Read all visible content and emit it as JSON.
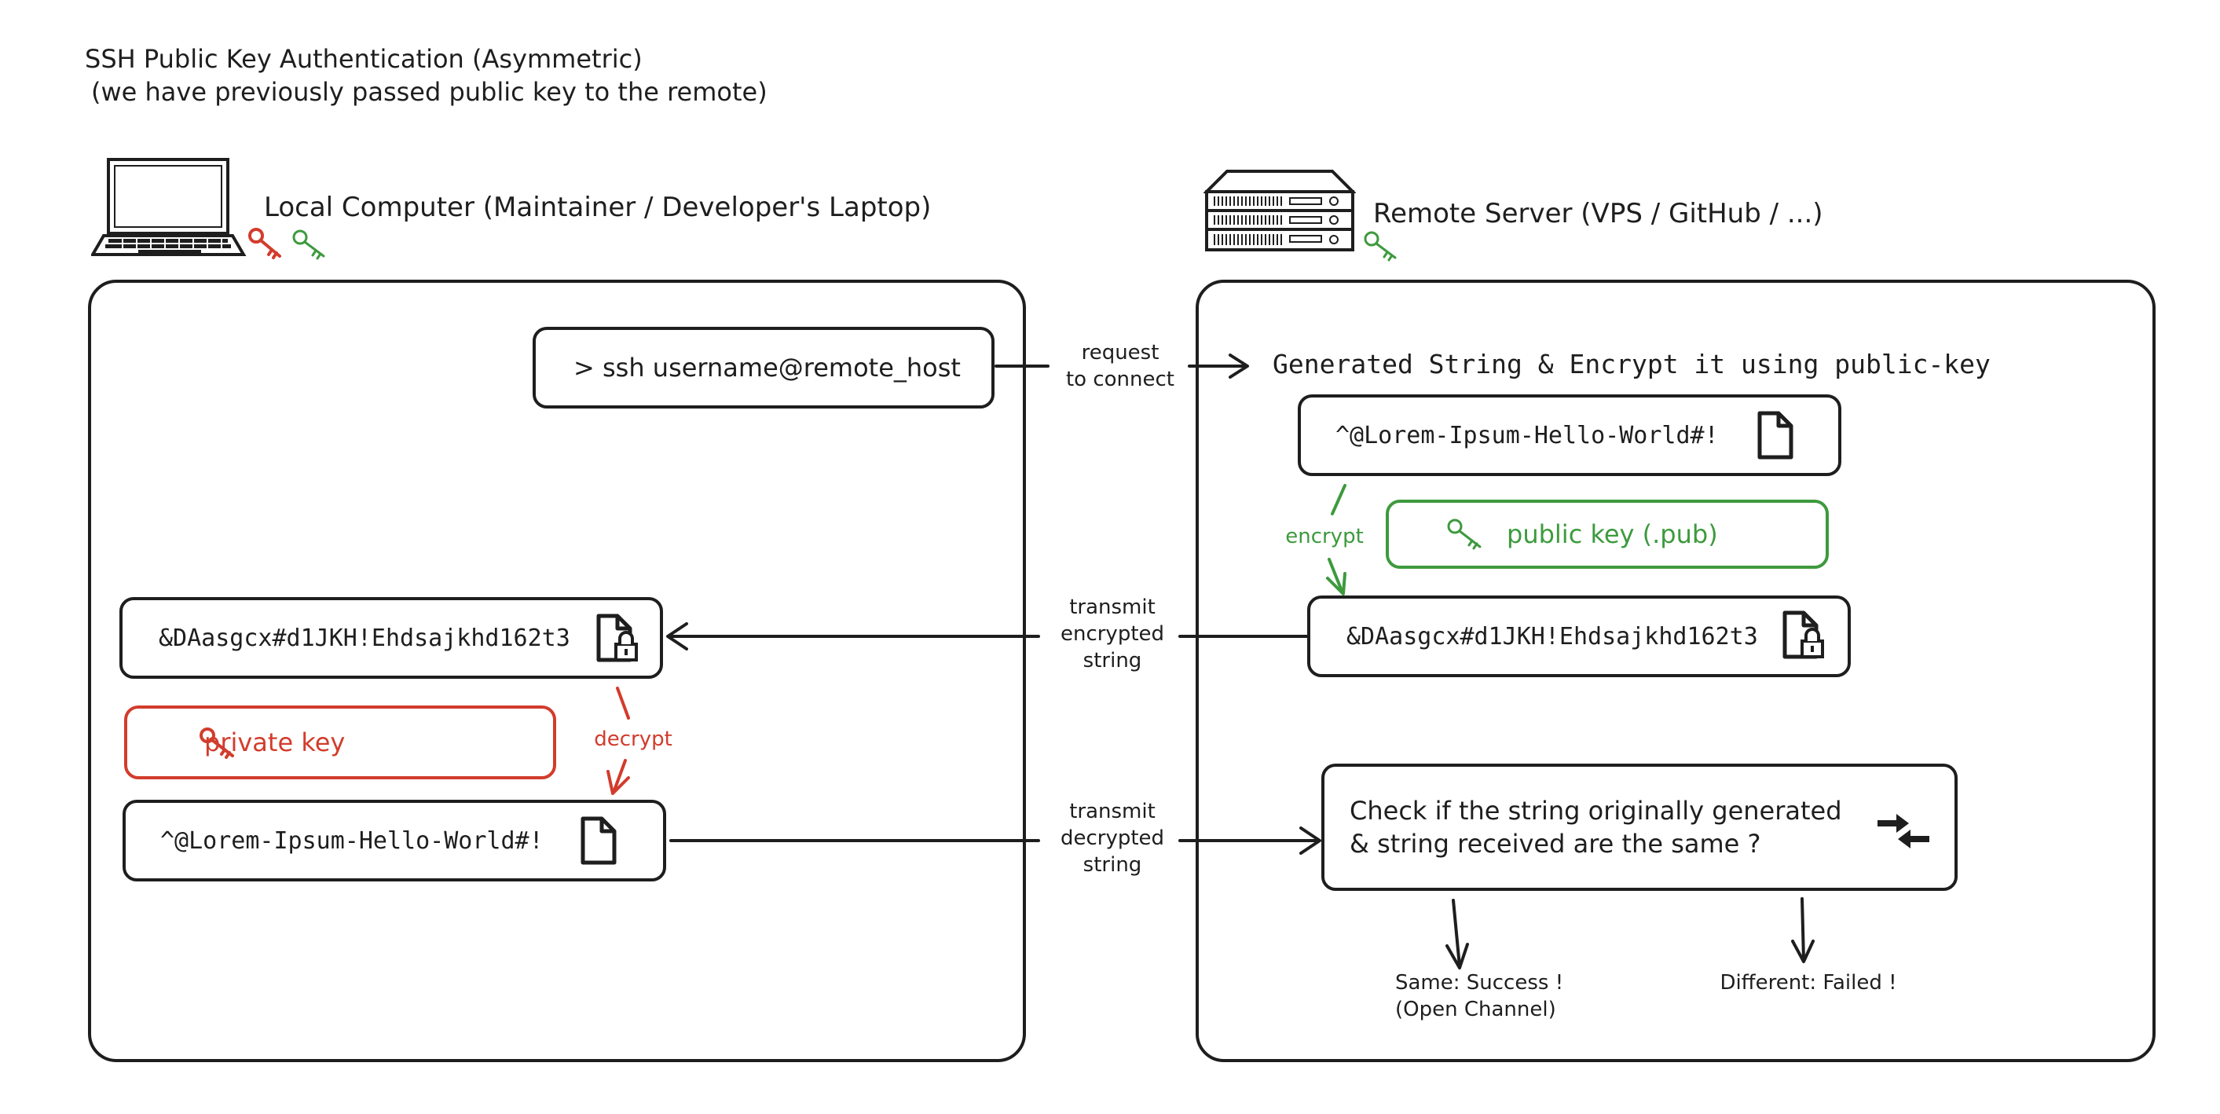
{
  "title": {
    "line1": "SSH Public Key Authentication (Asymmetric)",
    "line2": "(we have previously passed public key to the remote)"
  },
  "local": {
    "header": "Local Computer (Maintainer / Developer's Laptop)",
    "command": "> ssh username@remote_host",
    "encrypted_string": "&DAasgcx#d1JKH!Ehdsajkhd162t3",
    "private_key_label": "private key",
    "decrypt_label": "decrypt",
    "decrypted_string": "^@Lorem-Ipsum-Hello-World#!"
  },
  "remote": {
    "header": "Remote Server (VPS / GitHub / ...)",
    "generate_label": "Generated String & Encrypt it using public-key",
    "generated_string": "^@Lorem-Ipsum-Hello-World#!",
    "encrypt_label": "encrypt",
    "public_key_label": "public key (.pub)",
    "encrypted_string": "&DAasgcx#d1JKH!Ehdsajkhd162t3",
    "check_line1": "Check if the string originally generated",
    "check_line2": "& string received are the same ?",
    "success_line1": "Same: Success !",
    "success_line2": "(Open Channel)",
    "failed": "Different: Failed !"
  },
  "arrows": {
    "request_line1": "request",
    "request_line2": "to connect",
    "transmit_enc_line1": "transmit",
    "transmit_enc_line2": "encrypted",
    "transmit_enc_line3": "string",
    "transmit_dec_line1": "transmit",
    "transmit_dec_line2": "decrypted",
    "transmit_dec_line3": "string"
  },
  "icons": [
    "laptop-icon",
    "server-icon",
    "private-key-icon",
    "public-key-icon",
    "document-icon",
    "locked-document-icon",
    "compare-arrows-icon"
  ],
  "colors": {
    "ink": "#1e1e1e",
    "green": "#3d9a3d",
    "red": "#d23c2c"
  }
}
